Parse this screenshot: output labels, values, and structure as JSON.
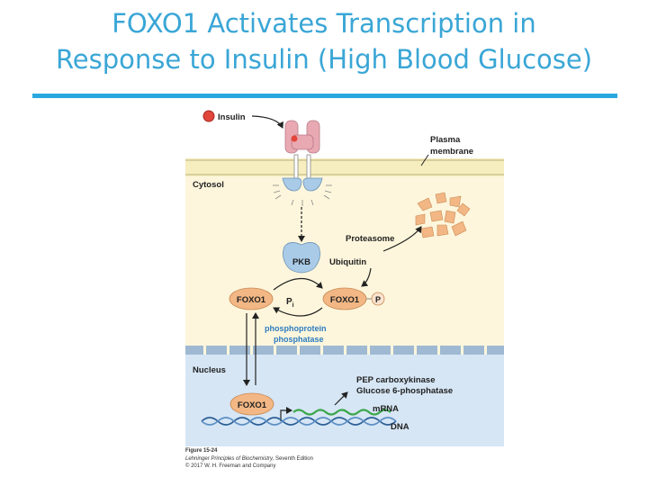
{
  "title": {
    "line1": "FOXO1 Activates Transcription in",
    "line2": "Response to Insulin (High Blood Glucose)"
  },
  "diagram": {
    "insulin": "Insulin",
    "plasma_membrane_1": "Plasma",
    "plasma_membrane_2": "membrane",
    "cytosol": "Cytosol",
    "proteasome": "Proteasome",
    "ubiquitin": "Ubiquitin",
    "pkb": "PKB",
    "foxo1": "FOXO1",
    "pi": "P",
    "pi_sub": "i",
    "phosphate": "P",
    "phosphatase_1": "phosphoprotein",
    "phosphatase_2": "phosphatase",
    "nucleus": "Nucleus",
    "gene_1": "PEP carboxykinase",
    "gene_2": "Glucose 6-phosphatase",
    "mrna": "mRNA",
    "dna": "DNA"
  },
  "credit": {
    "figure": "Figure 15-24",
    "book": "Lehninger Principles of Biochemistry,",
    "edition": " Seventh Edition",
    "copyright": "© 2017 W. H. Freeman and Company"
  },
  "colors": {
    "title": "#3aa6d6",
    "rule": "#29a8e0",
    "cytosol": "#fdf6dc",
    "nucleus": "#d6e6f5",
    "membrane": "#f6eebf",
    "foxo1": "#f2b784",
    "pkb": "#a9cbe8",
    "receptor_pink": "#e9a9b3",
    "mrna": "#3aa64a"
  }
}
